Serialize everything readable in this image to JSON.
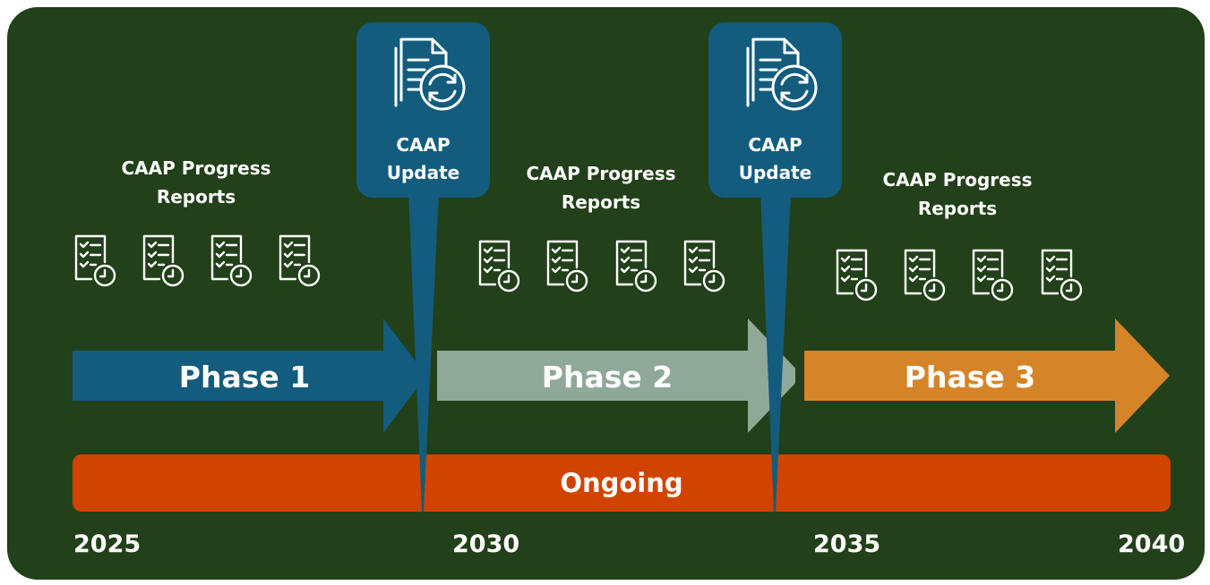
{
  "colors": {
    "background": "#224019",
    "callout": "#145c7e",
    "phase1": "#145c7e",
    "phase2": "#8fa898",
    "phase3": "#d68428",
    "ongoing": "#d14400",
    "icon_stroke": "#ffffff"
  },
  "reports": [
    {
      "line1": "CAAP Progress",
      "line2": "Reports"
    },
    {
      "line1": "CAAP Progress",
      "line2": "Reports"
    },
    {
      "line1": "CAAP Progress",
      "line2": "Reports"
    }
  ],
  "updates": [
    {
      "line1": "CAAP",
      "line2": "Update",
      "icon": "document-refresh-icon"
    },
    {
      "line1": "CAAP",
      "line2": "Update",
      "icon": "document-refresh-icon"
    }
  ],
  "report_icon": "checklist-clock-icon",
  "phases": [
    {
      "label": "Phase 1"
    },
    {
      "label": "Phase 2"
    },
    {
      "label": "Phase 3"
    }
  ],
  "ongoing": {
    "label": "Ongoing"
  },
  "years": [
    "2025",
    "2030",
    "2035",
    "2040"
  ]
}
